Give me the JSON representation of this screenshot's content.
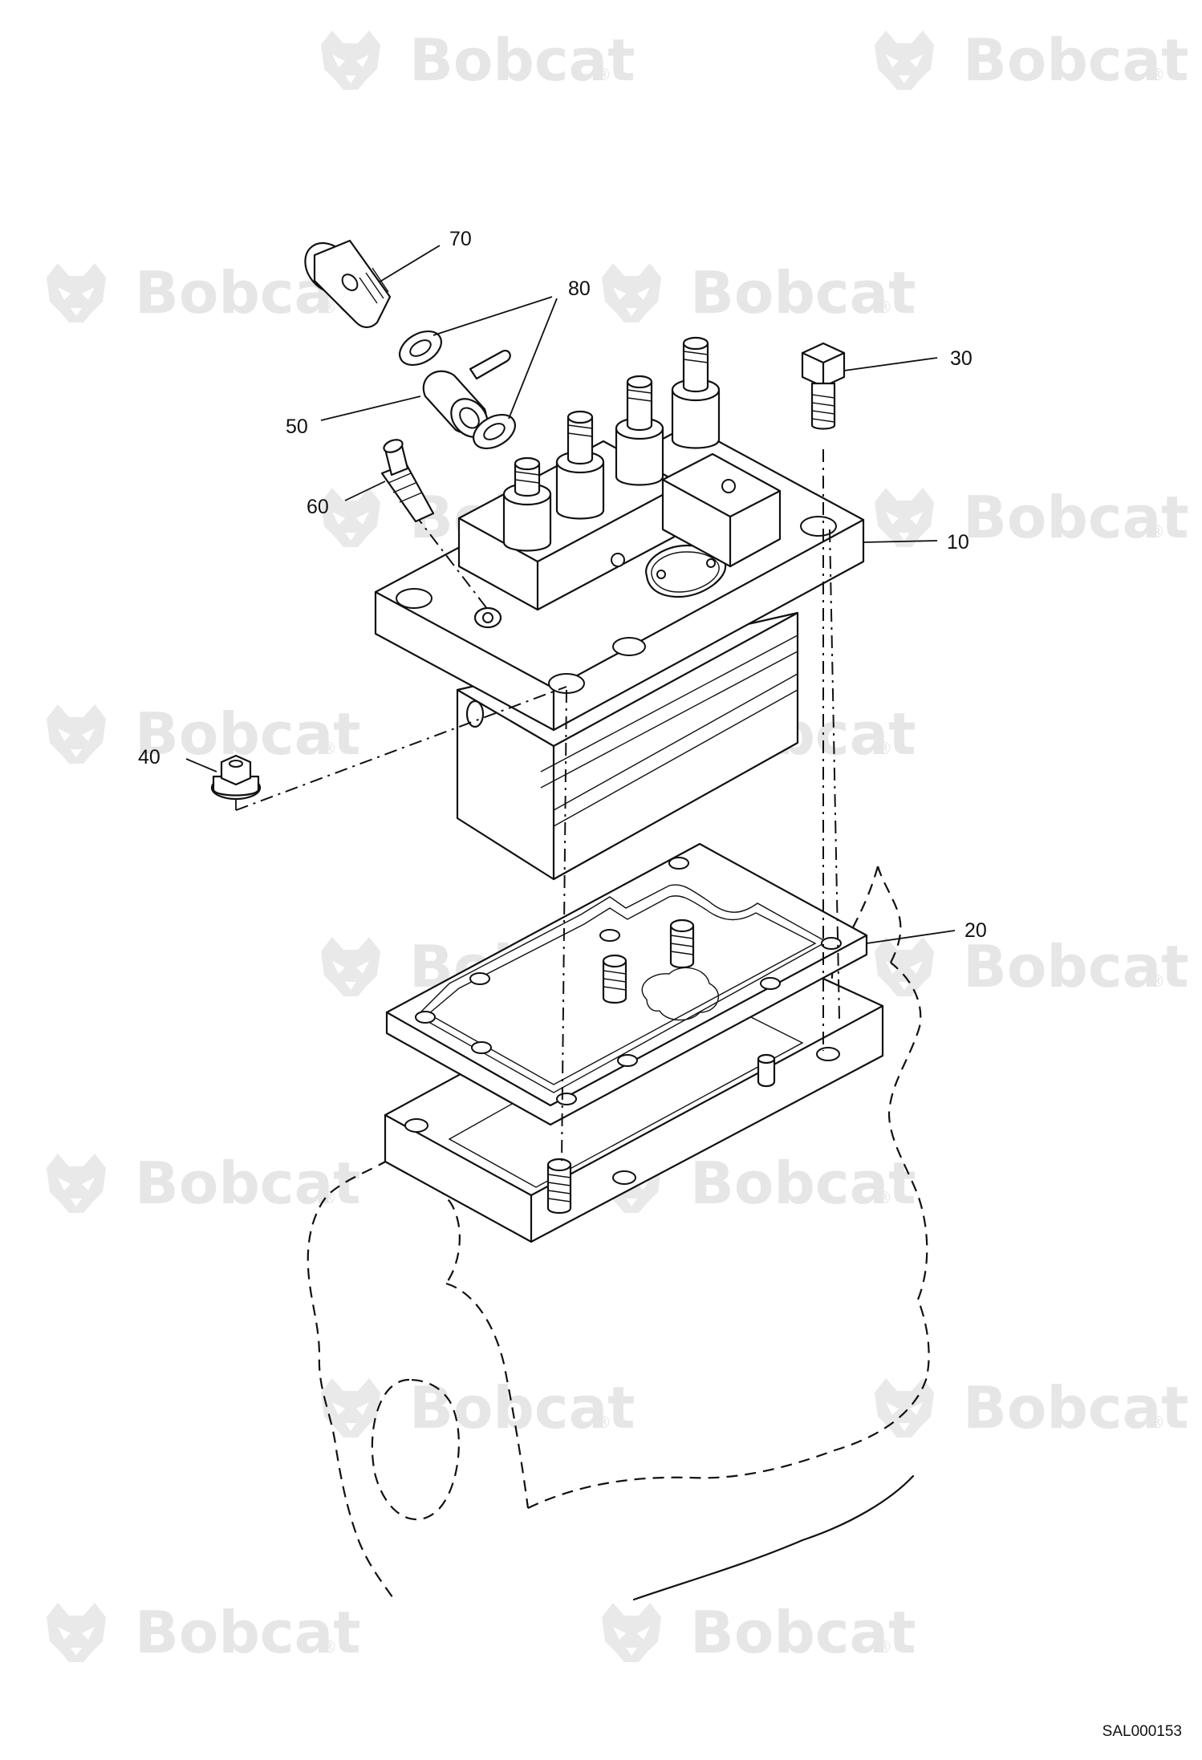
{
  "watermark": {
    "brand": "Bobcat",
    "mark": "®",
    "logo_icon": "bobcat-head-icon",
    "color": "#e6e6e6"
  },
  "callouts": {
    "c10": "10",
    "c20": "20",
    "c30": "30",
    "c40": "40",
    "c50": "50",
    "c60": "60",
    "c70": "70",
    "c80": "80"
  },
  "reference_code": "SAL000153",
  "line_color": "#111111"
}
